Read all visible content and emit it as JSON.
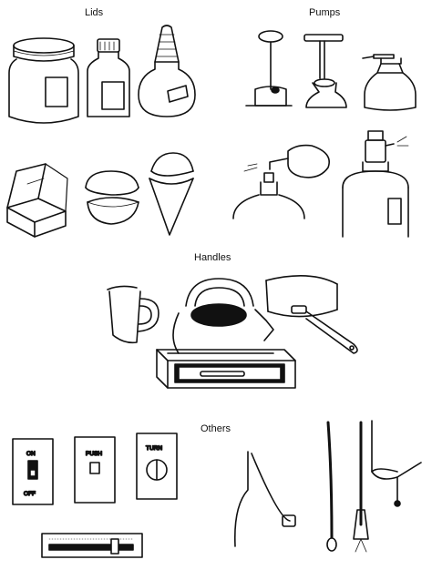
{
  "headings": {
    "lids": "Lids",
    "pumps": "Pumps",
    "handles": "Handles",
    "others": "Others"
  },
  "switch_labels": {
    "on": "ON",
    "off": "OFF",
    "push": "PUSH",
    "turn": "TURN"
  },
  "colors": {
    "ink": "#111111",
    "paper": "#ffffff"
  }
}
